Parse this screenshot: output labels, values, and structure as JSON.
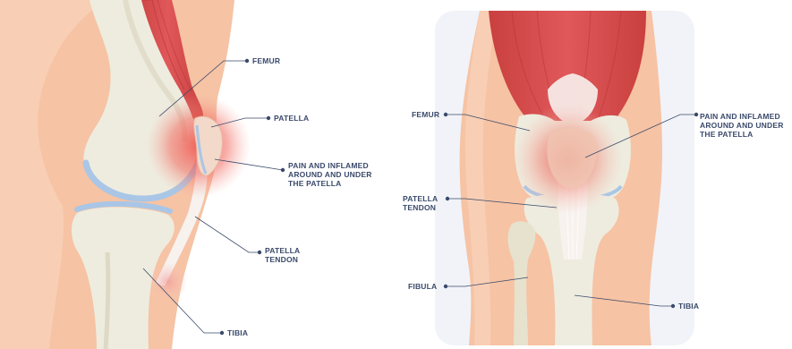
{
  "colors": {
    "skin": "#f6c3a4",
    "skin_light": "#fbdcc8",
    "bone": "#eeecdf",
    "bone_shade": "#ddd9c4",
    "cartilage": "#a9c6e6",
    "muscle": "#d94e52",
    "tendon": "#f7f2ee",
    "inflammation": "#ef5a52",
    "label": "#3a4a6b",
    "panel_bg": "#f1f3f8"
  },
  "side_view": {
    "labels": {
      "femur": "FEMUR",
      "patella": "PATELLA",
      "pain": "PAIN AND INFLAMED\nAROUND AND UNDER\nTHE PATELLA",
      "patella_tendon": "PATELLA\nTENDON",
      "tibia": "TIBIA"
    }
  },
  "front_view": {
    "labels": {
      "femur": "FEMUR",
      "pain": "PAIN AND INFLAMED\nAROUND AND UNDER\nTHE PATELLA",
      "patella_tendon": "PATELLA\nTENDON",
      "fibula": "FIBULA",
      "tibia": "TIBIA"
    }
  }
}
